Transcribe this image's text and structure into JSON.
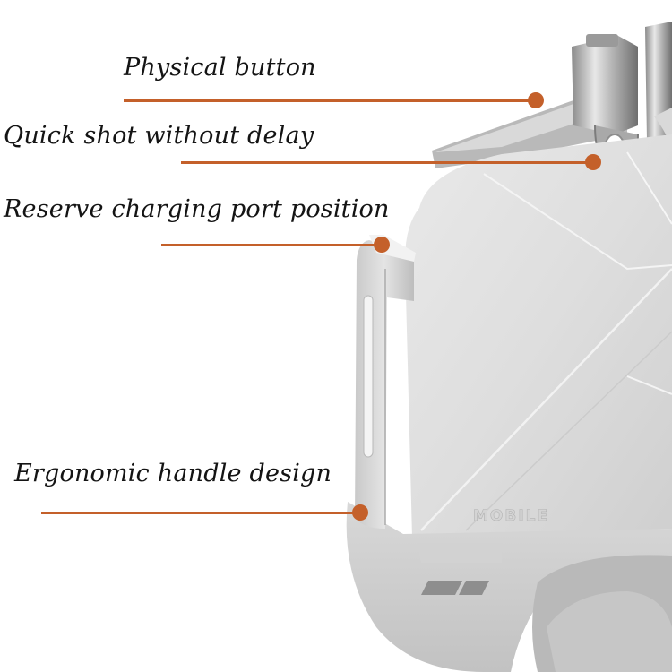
{
  "accent_color": "#c4602a",
  "callouts": [
    {
      "text": "Physical button"
    },
    {
      "text": "Quick shot without delay"
    },
    {
      "text": "Reserve charging port position"
    },
    {
      "text": "Ergonomic handle design"
    }
  ],
  "product": {
    "brand_text": "MOBILE"
  }
}
